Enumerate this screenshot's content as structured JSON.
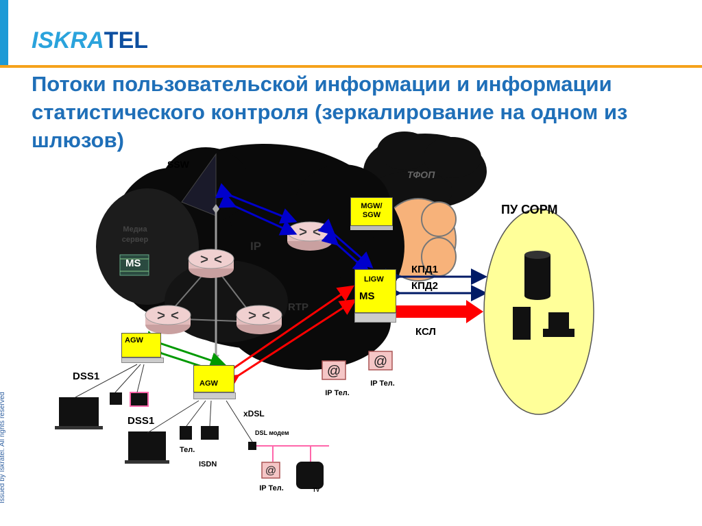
{
  "header": {
    "logo_part1": "ISKRA",
    "logo_part2": "TEL",
    "title": "Потоки пользовательской информации и информации статистического контроля (зеркалирование на одном из шлюзов)"
  },
  "footer": {
    "copyright": "Issued by Iskratel. All rights reserved"
  },
  "diagram": {
    "ssw_label": "SSW",
    "media_server_label": "Медиа сервер",
    "ms_label": "MS",
    "ip_label": "IP",
    "rtp_label": "RTP",
    "tfop_label": "ТФОП",
    "mgw_label": "MGW/ SGW",
    "ligw_label": "LIGW",
    "ligw_ms_label": "MS",
    "agw1_label": "AGW",
    "agw2_label": "AGW",
    "kpd1_label": "КПД1",
    "kpd2_label": "КПД2",
    "ksl_label": "КСЛ",
    "pu_sorm_label": "ПУ СОРМ",
    "dss1_top_label": "DSS1",
    "dss1_bottom_label": "DSS1",
    "xdsl_label": "xDSL",
    "dsl_modem_label": "DSL модем",
    "tel_label": "Тел.",
    "isdn_label": "ISDN",
    "ip_tel_1": "IP Тел.",
    "ip_tel_2": "IP Тел.",
    "ip_tel_3": "IP Тел.",
    "tv_label": "TV"
  },
  "colors": {
    "accent_blue": "#1f6fb8",
    "logo_light": "#2aa3dc",
    "logo_dark": "#0d4fa0",
    "orange": "#f5a21b",
    "box_yellow": "#ffff00",
    "sorm_ellipse": "#ffff99",
    "tfop_cloud": "#f7b27a",
    "flow_blue": "#0000cc",
    "flow_red": "#ff0000",
    "flow_green": "#009900",
    "dsl_line": "#ff66aa"
  }
}
